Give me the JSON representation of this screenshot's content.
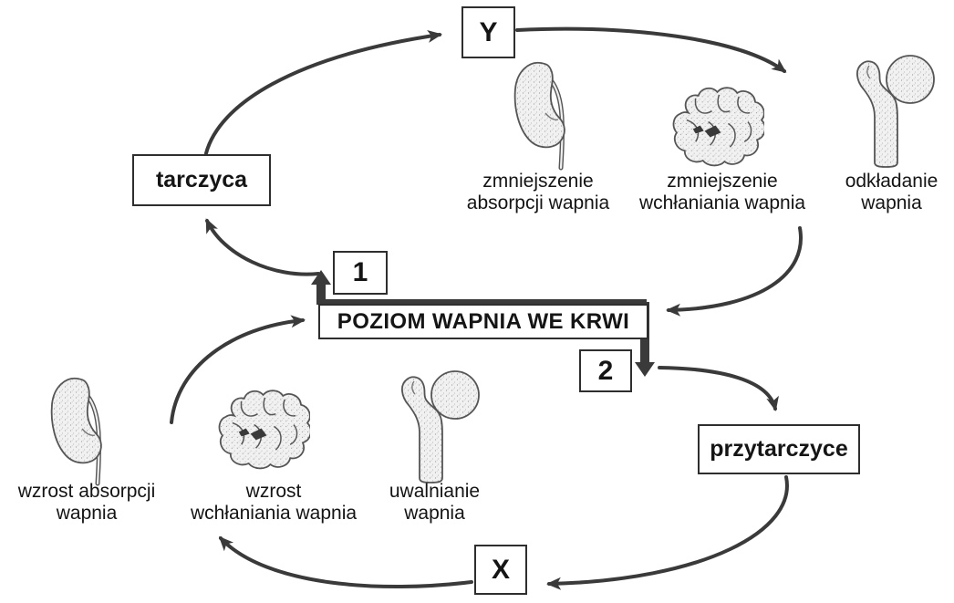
{
  "diagram": {
    "colors": {
      "background": "#ffffff",
      "line": "#3a3a3a",
      "box_border": "#2e2e2e",
      "text": "#141414",
      "organ_fill": "#f1f1f1"
    },
    "boxes": {
      "y": "Y",
      "tarczyca": "tarczyca",
      "one": "1",
      "level": "POZIOM WAPNIA WE KRWI",
      "two": "2",
      "przytarczyce": "przytarczyce",
      "x": "X"
    },
    "labels": {
      "top_kidney": {
        "line1": "zmniejszenie",
        "line2": "absorpcji wapnia"
      },
      "top_intestine": {
        "line1": "zmniejszenie",
        "line2": "wchłaniania wapnia"
      },
      "top_bone": {
        "line1": "odkładanie",
        "line2": "wapnia"
      },
      "bottom_kidney": {
        "line1": "wzrost absorpcji",
        "line2": "wapnia"
      },
      "bottom_intestine": {
        "line1": "wzrost",
        "line2": "wchłaniania wapnia"
      },
      "bottom_bone": {
        "line1": "uwalnianie",
        "line2": "wapnia"
      }
    },
    "icons": {
      "top_row": [
        "kidney-icon",
        "intestine-icon",
        "bone-icon"
      ],
      "bottom_row": [
        "kidney-icon",
        "intestine-icon",
        "bone-icon"
      ]
    },
    "arrows": [
      "tarczyca-to-y",
      "y-to-organs",
      "bone-to-level",
      "level-up-1",
      "level-down-2",
      "level-to-przytarczyce",
      "przytarczyce-to-x",
      "x-to-organs",
      "kidney-to-level",
      "one-to-tarczyca"
    ]
  }
}
